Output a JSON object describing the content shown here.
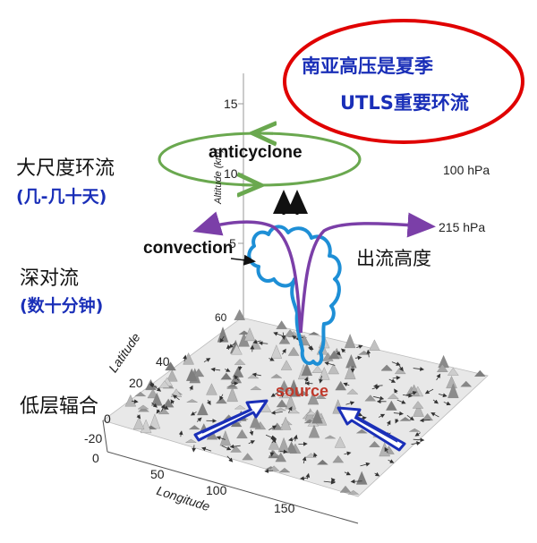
{
  "callout": {
    "line1": "南亚高压是夏季",
    "line2": "UTLS重要环流",
    "text_color": "#1a2fb8",
    "ring_color": "#e00000"
  },
  "left_labels": {
    "large_scale": "大尺度环流",
    "large_scale_time": "(几-几十天)",
    "deep_convection": "深对流",
    "deep_convection_time": "(数十分钟)",
    "low_convergence": "低层辐合"
  },
  "diagram": {
    "anticyclone": "anticyclone",
    "convection": "convection",
    "outflow_height": "出流高度",
    "source": "source",
    "level_100": "100 hPa",
    "level_215": "215 hPa",
    "altitude_axis": "Altitude (km)",
    "altitude_ticks": [
      "15",
      "10",
      "5"
    ],
    "latitude_axis": "Latitude",
    "latitude_ticks": [
      "60",
      "40",
      "20",
      "0",
      "-20"
    ],
    "longitude_axis": "Longitude",
    "longitude_ticks": [
      "0",
      "50",
      "100",
      "150"
    ],
    "colors": {
      "anticyclone": "#6aa84f",
      "outflow": "#7b3fa8",
      "cloud": "#1e8fd6",
      "inflow": "#1a2fb8",
      "source": "#c0392b"
    }
  }
}
